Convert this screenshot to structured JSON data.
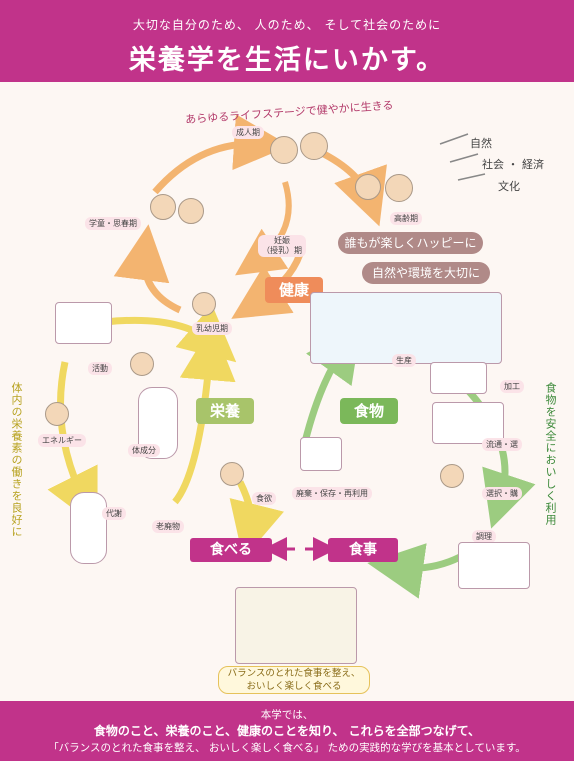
{
  "header": {
    "subtitle": "大切な自分のため、 人のため、 そして社会のために",
    "title": "栄養学を生活にいかす。"
  },
  "top_caption": "あらゆるライフステージで健やかに生きる",
  "society_labels": {
    "nature": "自然",
    "society_economy": "社会 ・ 経済",
    "culture": "文化"
  },
  "life_stages": {
    "adult": "成人期",
    "adolescence": "学童・思春期",
    "elderly": "高齢期",
    "pregnancy": "妊娠\n（授乳）期",
    "infancy": "乳幼児期"
  },
  "pills": {
    "happy": "誰もが楽しくハッピーに",
    "environment": "自然や環境を大切に"
  },
  "boxes": {
    "health": "健康",
    "nutrition": "栄養",
    "food": "食物",
    "eating": "食べる",
    "meal": "食事"
  },
  "left_labels": {
    "activity": "活動",
    "energy": "エネルギー",
    "body_component": "体成分",
    "metabolism": "代謝",
    "waste": "老廃物"
  },
  "center_labels": {
    "intake": "食欲",
    "waste_mgmt": "廃棄・保存・再利用"
  },
  "right_labels": {
    "production": "生産",
    "processing": "加工",
    "distribution": "流通・選",
    "selection": "選択・購",
    "cooking": "調理"
  },
  "left_vertical": "体内の栄養素の働きを良好に",
  "right_vertical": "食物を安全においしく利用",
  "bottom_caption": {
    "line1": "バランスのとれた食事を整え、",
    "line2": "おいしく楽しく食べる"
  },
  "footer": {
    "line1": "本学では、",
    "line2": "食物のこと、栄養のこと、健康のことを知り、 これらを全部つなげて、",
    "line3": "「バランスのとれた食事を整え、 おいしく楽しく食べる」 ための実践的な学びを基本としています。"
  },
  "colors": {
    "magenta": "#c1338a",
    "health": "#ef8c5a",
    "nutrition": "#a8c46a",
    "food": "#7bb85a",
    "arrow_orange": "#f3b470",
    "arrow_yellow": "#f0d860",
    "arrow_green": "#9ccc80",
    "pill": "#b08a88"
  }
}
